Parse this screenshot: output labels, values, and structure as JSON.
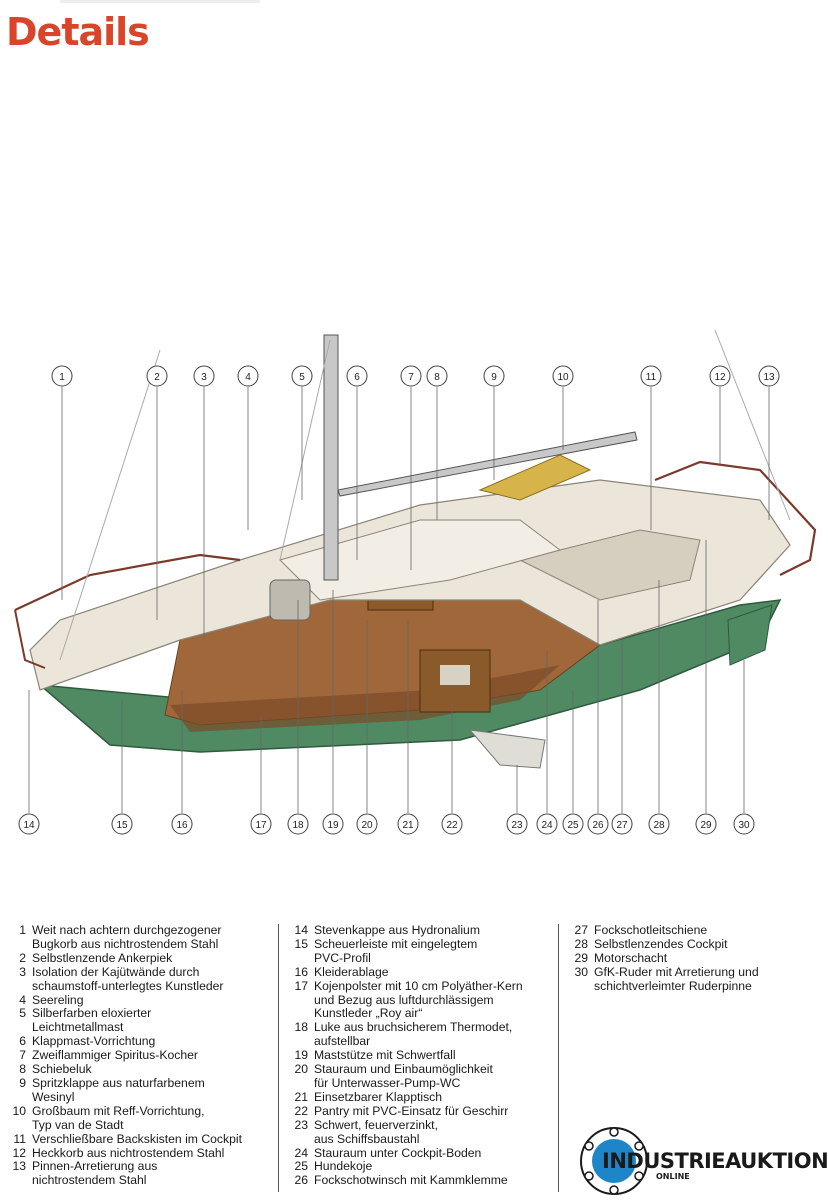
{
  "page": {
    "title": "Details"
  },
  "callouts_top": [
    "1",
    "2",
    "3",
    "4",
    "5",
    "6",
    "7",
    "8",
    "9",
    "10",
    "11",
    "12",
    "13"
  ],
  "callouts_bottom": [
    "14",
    "15",
    "16",
    "17",
    "18",
    "19",
    "20",
    "21",
    "22",
    "23",
    "24",
    "25",
    "26",
    "27",
    "28",
    "29",
    "30"
  ],
  "legend": {
    "col1": [
      {
        "num": "1",
        "text": "Weit nach achtern durchgezogener\nBugkorb aus nichtrostendem Stahl"
      },
      {
        "num": "2",
        "text": "Selbstlenzende Ankerpiek"
      },
      {
        "num": "3",
        "text": "Isolation der Kajütwände durch\nschaumstoff-unterlegtes Kunstleder"
      },
      {
        "num": "4",
        "text": "Seereling"
      },
      {
        "num": "5",
        "text": "Silberfarben eloxierter\nLeichtmetallmast"
      },
      {
        "num": "6",
        "text": "Klappmast-Vorrichtung"
      },
      {
        "num": "7",
        "text": "Zweiflammiger Spiritus-Kocher"
      },
      {
        "num": "8",
        "text": "Schiebeluk"
      },
      {
        "num": "9",
        "text": "Spritzklappe aus naturfarbenem\nWesinyl"
      },
      {
        "num": "10",
        "text": "Großbaum mit Reff-Vorrichtung,\nTyp van de Stadt"
      },
      {
        "num": "11",
        "text": "Verschließbare Backskisten im Cockpit"
      },
      {
        "num": "12",
        "text": "Heckkorb aus nichtrostendem Stahl"
      },
      {
        "num": "13",
        "text": "Pinnen-Arretierung aus\nnichtrostendem Stahl"
      }
    ],
    "col2": [
      {
        "num": "14",
        "text": "Stevenkappe aus Hydronalium"
      },
      {
        "num": "15",
        "text": "Scheuerleiste mit eingelegtem\nPVC-Profil"
      },
      {
        "num": "16",
        "text": "Kleiderablage"
      },
      {
        "num": "17",
        "text": "Kojenpolster mit 10 cm Polyäther-Kern\nund Bezug aus luftdurchlässigem\nKunstleder „Roy air“"
      },
      {
        "num": "18",
        "text": "Luke aus bruchsicherem Thermodet,\naufstellbar"
      },
      {
        "num": "19",
        "text": "Maststütze mit Schwertfall"
      },
      {
        "num": "20",
        "text": "Stauraum und Einbaumöglichkeit\nfür Unterwasser-Pump-WC"
      },
      {
        "num": "21",
        "text": "Einsetzbarer Klapptisch"
      },
      {
        "num": "22",
        "text": "Pantry mit PVC-Einsatz für Geschirr"
      },
      {
        "num": "23",
        "text": "Schwert, feuerverzinkt,\naus Schiffsbaustahl"
      },
      {
        "num": "24",
        "text": "Stauraum unter Cockpit-Boden"
      },
      {
        "num": "25",
        "text": "Hundekoje"
      },
      {
        "num": "26",
        "text": "Fockschotwinsch mit Kammklemme"
      }
    ],
    "col3": [
      {
        "num": "27",
        "text": "Fockschotleitschiene"
      },
      {
        "num": "28",
        "text": "Selbstlenzendes Cockpit"
      },
      {
        "num": "29",
        "text": "Motorschacht"
      },
      {
        "num": "30",
        "text": "GfK-Ruder mit Arretierung und\nschichtverleimter Ruderpinne"
      }
    ]
  },
  "logo": {
    "text": "INDUSTRIEAUKTION",
    "sub": "ONLINE",
    "accent": "#1e86c8"
  },
  "colors": {
    "title": "#d9452b",
    "hull": "#4f8a62",
    "wood": "#a0683a",
    "deck": "#ece6da"
  }
}
